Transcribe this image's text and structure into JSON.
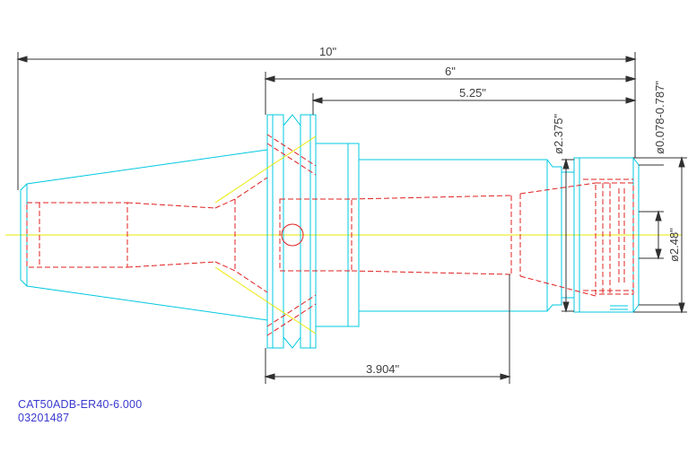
{
  "dimensions": {
    "overall_length": "10\"",
    "length_6": "6\"",
    "length_525": "5.25\"",
    "length_3904": "3.904\"",
    "dia_2375": "ø2.375\"",
    "dia_range": "ø0.078-0.787\"",
    "dia_248": "ø2.48\""
  },
  "caption": {
    "part_number": "CAT50ADB-ER40-6.000",
    "code": "03201487"
  },
  "colors": {
    "outline": "#00c8e0",
    "hidden": "#e02020",
    "centerline": "#e8e800",
    "dimension": "#303030",
    "caption": "#3a3ad0"
  }
}
